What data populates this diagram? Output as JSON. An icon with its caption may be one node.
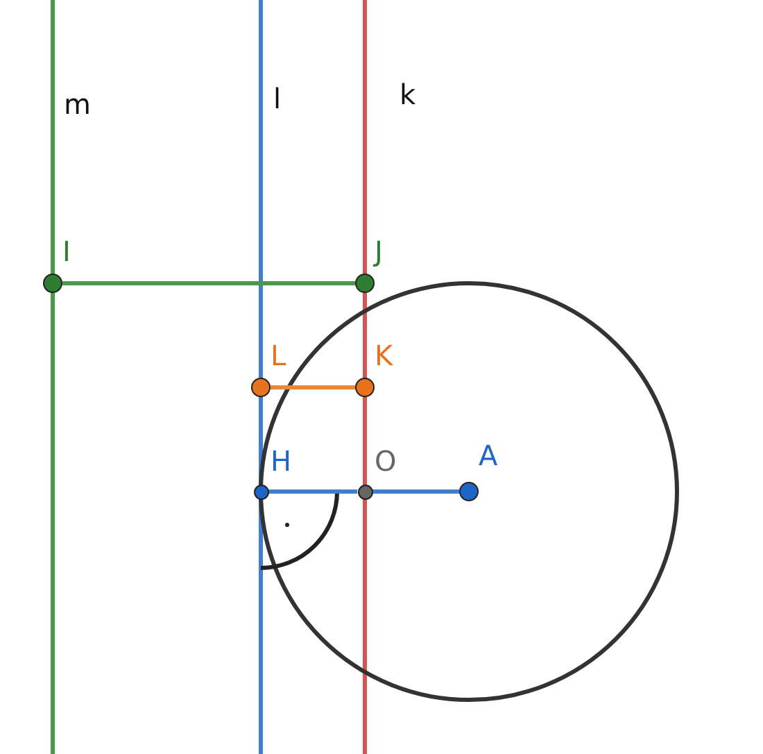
{
  "diagram": {
    "nodes": [
      {
        "text": [
          "I"
        ]
      },
      {
        "text": [
          "J"
        ]
      },
      {
        "text": [
          "L"
        ]
      },
      {
        "text": [
          "K"
        ]
      },
      {
        "text": [
          "H"
        ]
      },
      {
        "text": [
          "O"
        ]
      },
      {
        "text": [
          "A"
        ]
      }
    ],
    "edges": [
      {
        "from": 0,
        "to": 1,
        "arrow": "none",
        "color": "#4a9a4a"
      },
      {
        "from": 2,
        "to": 3,
        "arrow": "none",
        "color": "#e8873a"
      },
      {
        "from": 4,
        "to": 5,
        "arrow": "none",
        "color": "#3f7fcf"
      },
      {
        "from": 5,
        "to": 6,
        "arrow": "none",
        "color": "#3f7fcf"
      }
    ],
    "labels": [
      "m",
      "l",
      "k"
    ]
  }
}
